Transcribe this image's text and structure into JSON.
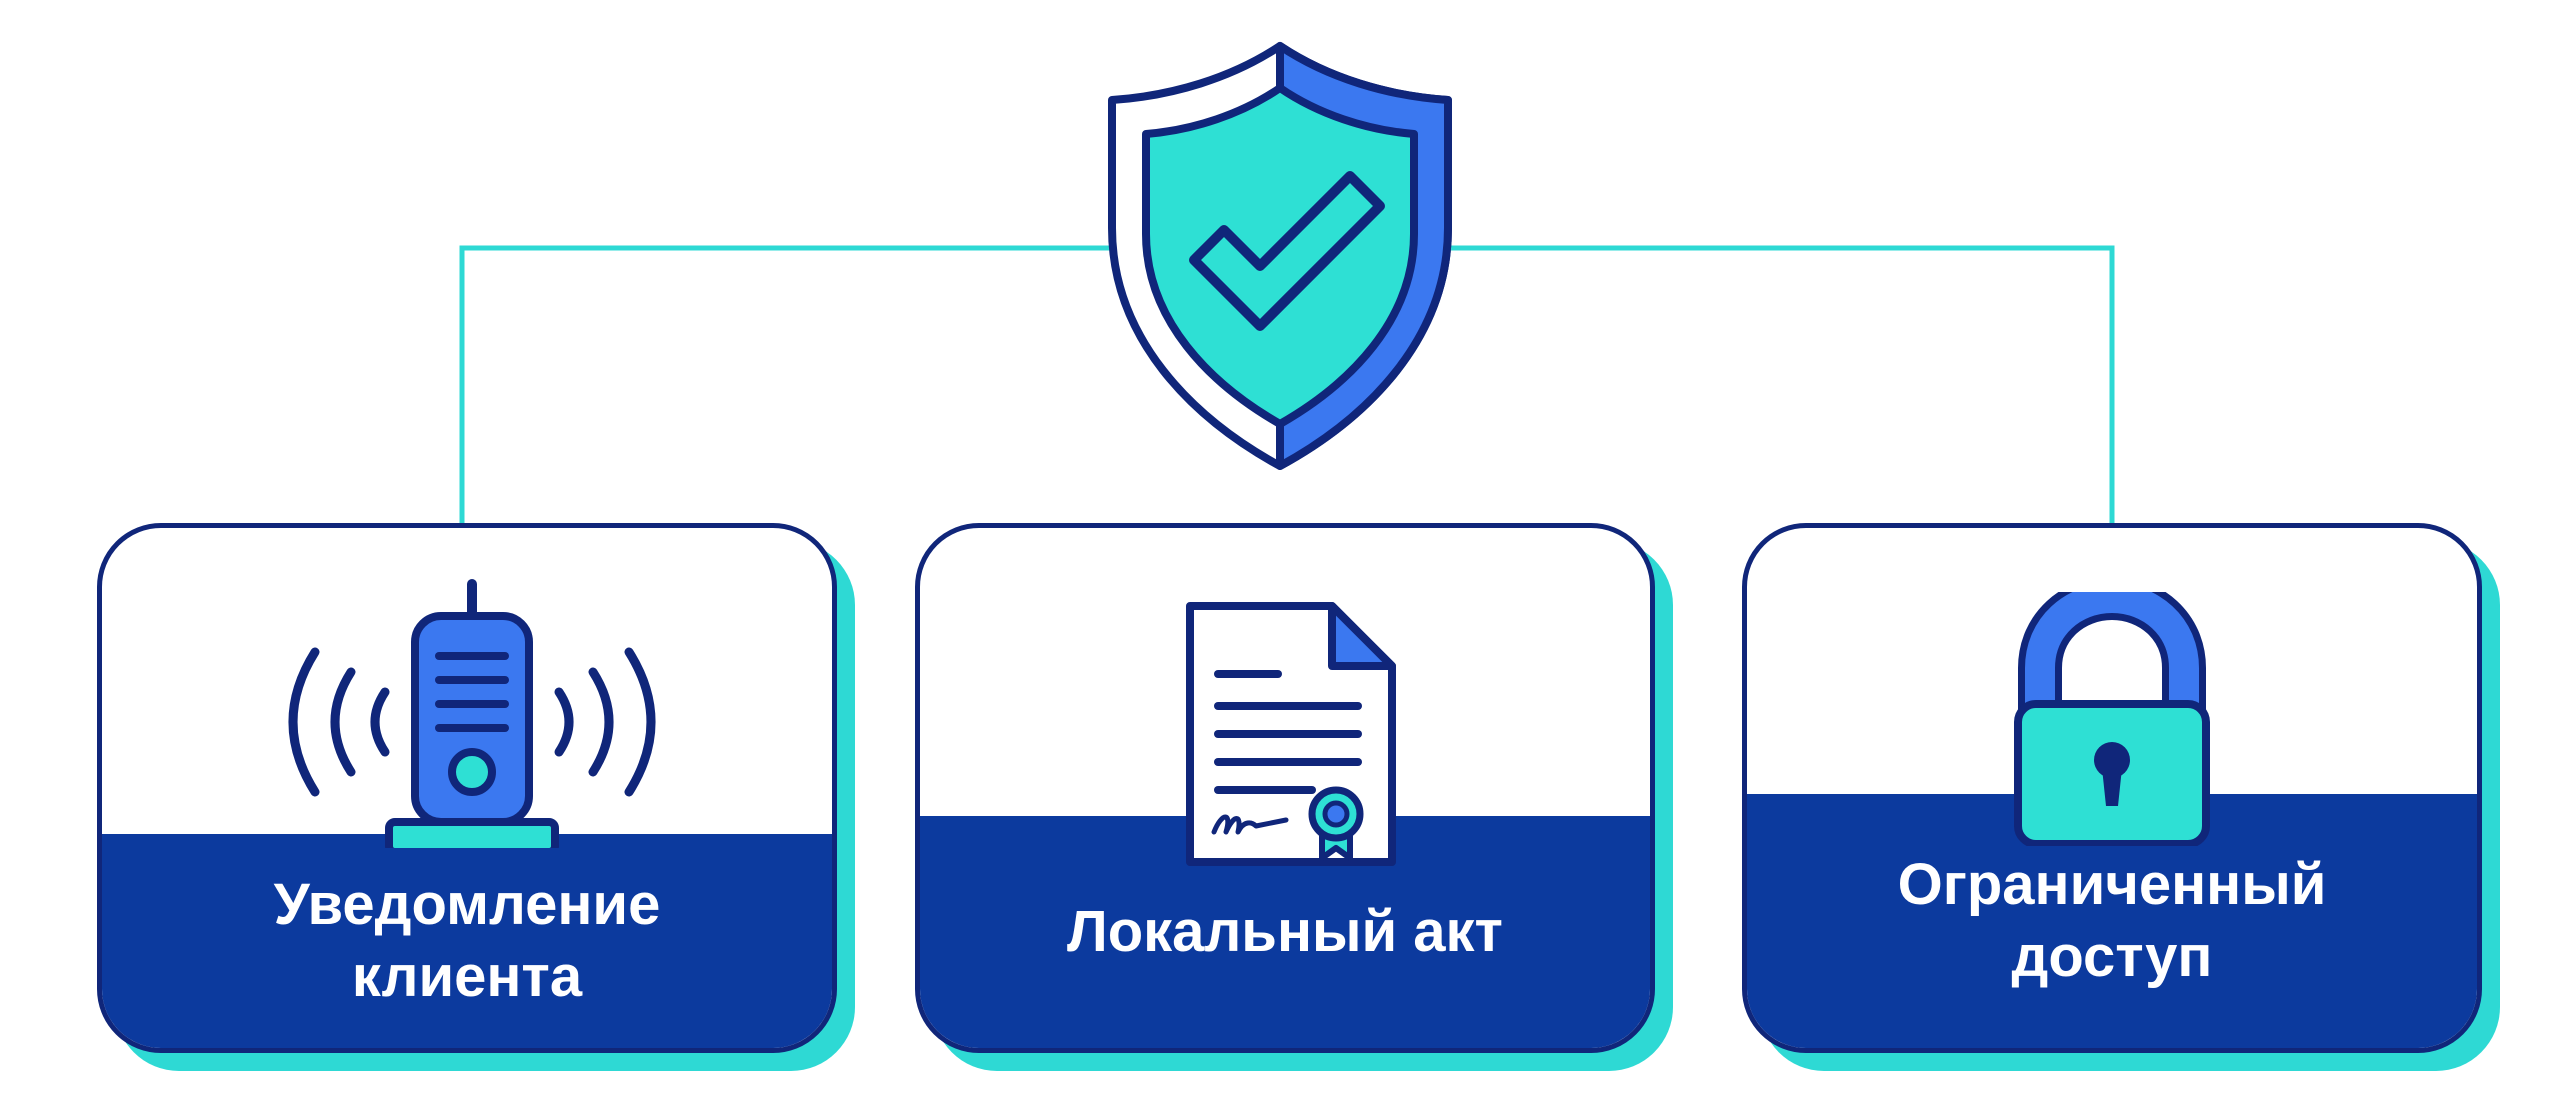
{
  "header": {
    "icon": "shield-check-icon",
    "colors": {
      "shield_fill": "#2ee0d4",
      "shield_accent": "#3b78f0",
      "outline": "#10267a"
    }
  },
  "cards": [
    {
      "label": "Уведомление\nклиента",
      "icon": "walkie-talkie-signal-icon"
    },
    {
      "label": "Локальный акт",
      "icon": "signed-document-icon"
    },
    {
      "label": "Ограниченный\nдоступ",
      "icon": "padlock-icon"
    }
  ],
  "colors": {
    "connector": "#2ed9d4",
    "card_bottom": "#0c3a9e",
    "card_border": "#10267a",
    "card_shadow": "#2ed9d4",
    "icon_blue": "#3b78f0",
    "icon_teal": "#2ee0d4"
  }
}
